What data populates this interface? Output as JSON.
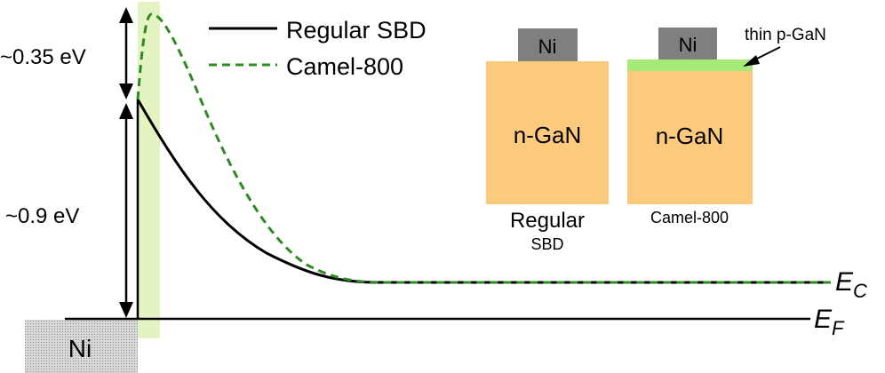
{
  "legend": {
    "regular_label": "Regular SBD",
    "camel_label": "Camel-800"
  },
  "barriers": {
    "upper": "~0.35 eV",
    "lower": "~0.9 eV"
  },
  "levels": {
    "ec_letter": "E",
    "ec_sub": "C",
    "ef_letter": "E",
    "ef_sub": "F"
  },
  "metal_label": "Ni",
  "insets": {
    "regular": {
      "contact": "Ni",
      "body": "n-GaN",
      "caption_line1": "Regular",
      "caption_line2": "SBD"
    },
    "camel": {
      "contact": "Ni",
      "body": "n-GaN",
      "caption": "Camel-800",
      "annotation": "thin p-GaN"
    }
  },
  "colors": {
    "regular_curve": "#000000",
    "camel_curve": "#2e8b22",
    "gan_fill": "#fcca7c",
    "ni_fill": "#7f7f7f",
    "pgan_fill": "#a6ea7a",
    "highlight": "#e3f3c2",
    "metal_fill": "#d6d6d6"
  }
}
